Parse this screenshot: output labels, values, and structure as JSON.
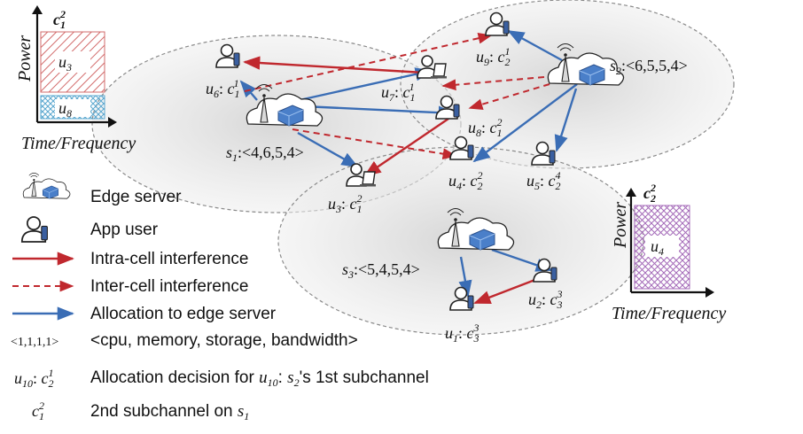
{
  "servers": [
    {
      "id": "s1",
      "name": "s",
      "sub": "1",
      "capacity": ":<4,6,5,4>"
    },
    {
      "id": "s2",
      "name": "s",
      "sub": "2",
      "capacity": ":<6,5,5,4>"
    },
    {
      "id": "s3",
      "name": "s",
      "sub": "3",
      "capacity": ":<5,4,5,4>"
    }
  ],
  "users": [
    {
      "id": "u6",
      "name": "u",
      "sub": "6",
      "sep": ": ",
      "ch": "c",
      "chsub": "1",
      "chsup": "1"
    },
    {
      "id": "u7",
      "name": "u",
      "sub": "7",
      "sep": ": ",
      "ch": "c",
      "chsub": "1",
      "chsup": "1"
    },
    {
      "id": "u9",
      "name": "u",
      "sub": "9",
      "sep": ": ",
      "ch": "c",
      "chsub": "2",
      "chsup": "1"
    },
    {
      "id": "u8",
      "name": "u",
      "sub": "8",
      "sep": ": ",
      "ch": "c",
      "chsub": "1",
      "chsup": "2"
    },
    {
      "id": "u4",
      "name": "u",
      "sub": "4",
      "sep": ": ",
      "ch": "c",
      "chsub": "2",
      "chsup": "2"
    },
    {
      "id": "u5",
      "name": "u",
      "sub": "5",
      "sep": ": ",
      "ch": "c",
      "chsub": "2",
      "chsup": "4"
    },
    {
      "id": "u3",
      "name": "u",
      "sub": "3",
      "sep": ": ",
      "ch": "c",
      "chsub": "1",
      "chsup": "2"
    },
    {
      "id": "u2",
      "name": "u",
      "sub": "2",
      "sep": ": ",
      "ch": "c",
      "chsub": "3",
      "chsup": "3"
    },
    {
      "id": "u1",
      "name": "u",
      "sub": "1",
      "sep": ": ",
      "ch": "c",
      "chsub": "3",
      "chsup": "3"
    }
  ],
  "chart_left": {
    "title": "c",
    "title_sub": "1",
    "title_sup": "2",
    "ylabel": "Power",
    "xlabel": "Time/Frequency",
    "blocks": [
      {
        "name": "u",
        "sub": "3",
        "pattern": "hatch-red"
      },
      {
        "name": "u",
        "sub": "8",
        "pattern": "cross-blue"
      }
    ]
  },
  "chart_right": {
    "title": "c",
    "title_sub": "2",
    "title_sup": "2",
    "ylabel": "Power",
    "xlabel": "Time/Frequency",
    "blocks": [
      {
        "name": "u",
        "sub": "4",
        "pattern": "cross-purple"
      }
    ]
  },
  "legend": {
    "edge_server": "Edge server",
    "app_user": "App user",
    "intra": "Intra-cell interference",
    "inter": "Inter-cell interference",
    "alloc": "Allocation to edge server",
    "vector_example": "<1,1,1,1>",
    "vector_desc": "<cpu, memory, storage, bandwidth>",
    "decision_user": "u",
    "decision_user_sub": "10",
    "decision_ch": "c",
    "decision_ch_sub": "2",
    "decision_ch_sup": "1",
    "decision_desc_pre": "Allocation decision for ",
    "decision_desc_user": "u",
    "decision_desc_user_sub": "10",
    "decision_desc_mid": ": ",
    "decision_desc_srv": "s",
    "decision_desc_srv_sub": "2",
    "decision_desc_post": "'s 1st subchannel",
    "subch_ch": "c",
    "subch_ch_sub": "1",
    "subch_ch_sup": "2",
    "subch_desc_pre": "2nd  subchannel on ",
    "subch_desc_srv": "s",
    "subch_desc_srv_sub": "1"
  },
  "colors": {
    "intra": "#c0282e",
    "inter": "#c0282e",
    "alloc": "#3a6db5",
    "cell": "#dcdcdc",
    "server_box": "#4a7fc9"
  }
}
